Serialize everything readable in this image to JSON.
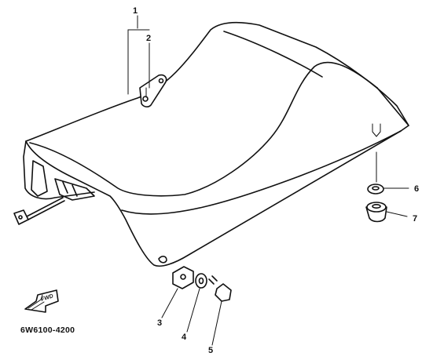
{
  "callouts": [
    {
      "id": "1",
      "label": "1"
    },
    {
      "id": "2",
      "label": "2"
    },
    {
      "id": "3",
      "label": "3"
    },
    {
      "id": "4",
      "label": "4"
    },
    {
      "id": "5",
      "label": "5"
    },
    {
      "id": "6",
      "label": "6"
    },
    {
      "id": "7",
      "label": "7"
    }
  ],
  "fwd_label": "FWD",
  "diagram_code": "6W6100-4200"
}
